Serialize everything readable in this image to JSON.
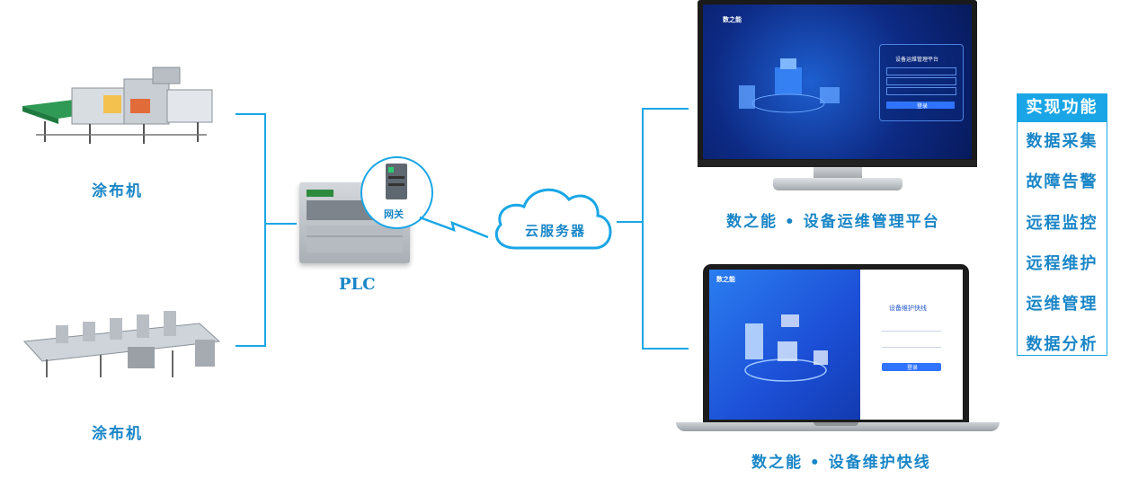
{
  "nodes": {
    "machine_top_label": "涂布机",
    "machine_bottom_label": "涂布机",
    "plc_label": "PLC",
    "gateway_label": "网关",
    "cloud_label": "云服务器",
    "monitor_caption": "数之能 • 设备运维管理平台",
    "laptop_caption": "数之能 • 设备维护快线"
  },
  "monitor_screen": {
    "brand": "数之能",
    "login_title": "设备运维管理平台",
    "login_button": "登录"
  },
  "laptop_screen": {
    "brand": "数之能",
    "login_title": "设备维护快线",
    "login_button": "登录"
  },
  "functions": {
    "header": "实现功能",
    "items": [
      "数据采集",
      "故障告警",
      "远程监控",
      "远程维护",
      "运维管理",
      "数据分析"
    ]
  },
  "colors": {
    "accent": "#1aa6e6",
    "label": "#1a86c7"
  }
}
